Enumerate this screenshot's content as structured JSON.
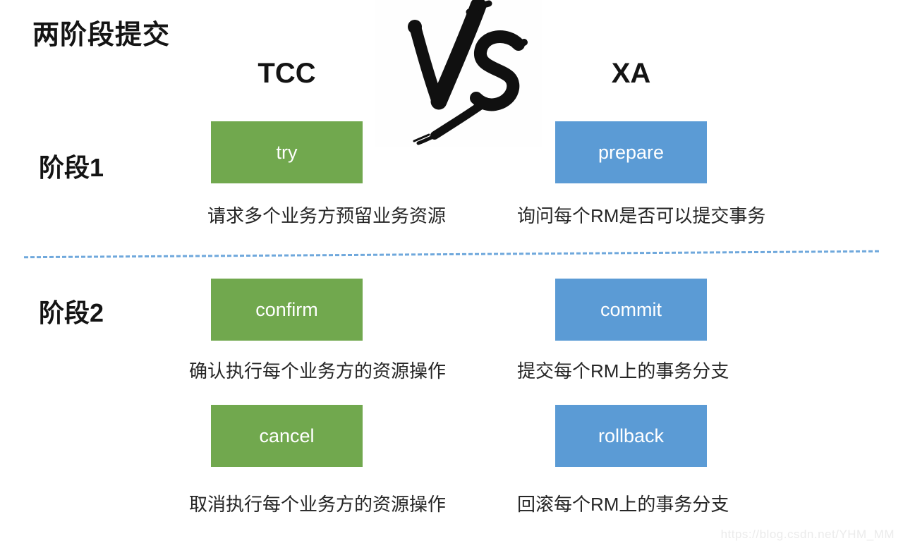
{
  "title": "两阶段提交",
  "headers": {
    "tcc": "TCC",
    "xa": "XA",
    "vs": "VS"
  },
  "phase1": {
    "label": "阶段1",
    "tcc_box": "try",
    "tcc_desc": "请求多个业务方预留业务资源",
    "xa_box": "prepare",
    "xa_desc": "询问每个RM是否可以提交事务"
  },
  "phase2": {
    "label": "阶段2",
    "row1": {
      "tcc_box": "confirm",
      "tcc_desc": "确认执行每个业务方的资源操作",
      "xa_box": "commit",
      "xa_desc": "提交每个RM上的事务分支"
    },
    "row2": {
      "tcc_box": "cancel",
      "tcc_desc": "取消执行每个业务方的资源操作",
      "xa_box": "rollback",
      "xa_desc": "回滚每个RM上的事务分支"
    }
  },
  "watermark": "https://blog.csdn.net/YHM_MM",
  "colors": {
    "tcc_box_green": "#71a84e",
    "xa_box_blue": "#5b9bd5",
    "divider_blue": "#6fa8dc",
    "box_text": "#ffffff",
    "ink": "#1c1c1c",
    "watermark_gray": "#ebebeb"
  }
}
